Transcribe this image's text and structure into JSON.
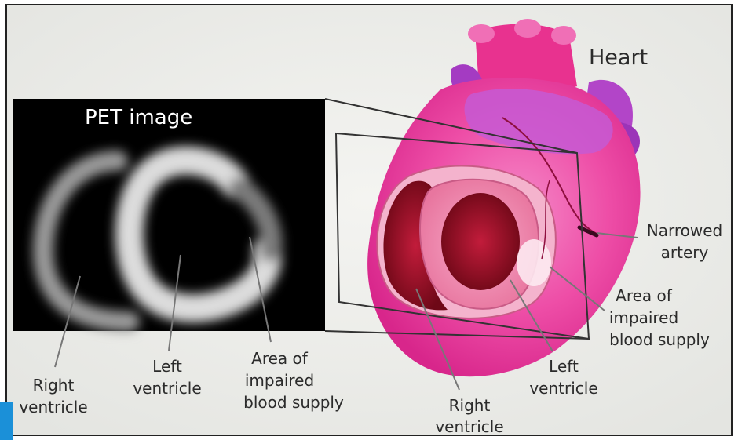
{
  "title": "Heart",
  "pet_panel": {
    "title": "PET image"
  },
  "pet_labels": {
    "right_ventricle": [
      "Right",
      "ventricle"
    ],
    "left_ventricle": [
      "Left",
      "ventricle"
    ],
    "impaired": [
      "Area of",
      "impaired",
      "blood supply"
    ]
  },
  "heart_labels": {
    "narrowed_artery": [
      "Narrowed",
      "artery"
    ],
    "impaired": [
      "Area of",
      "impaired",
      "blood supply"
    ],
    "left_ventricle": [
      "Left",
      "ventricle"
    ],
    "right_ventricle": [
      "Right",
      "ventricle"
    ]
  },
  "colors": {
    "background": "#eeeeea",
    "pet_background": "#000000",
    "heart_pink": "#ee3d9c",
    "vessel_purple": "#b245c8",
    "chamber_red": "#8e0f22",
    "accent_blue": "#1b90d8"
  }
}
